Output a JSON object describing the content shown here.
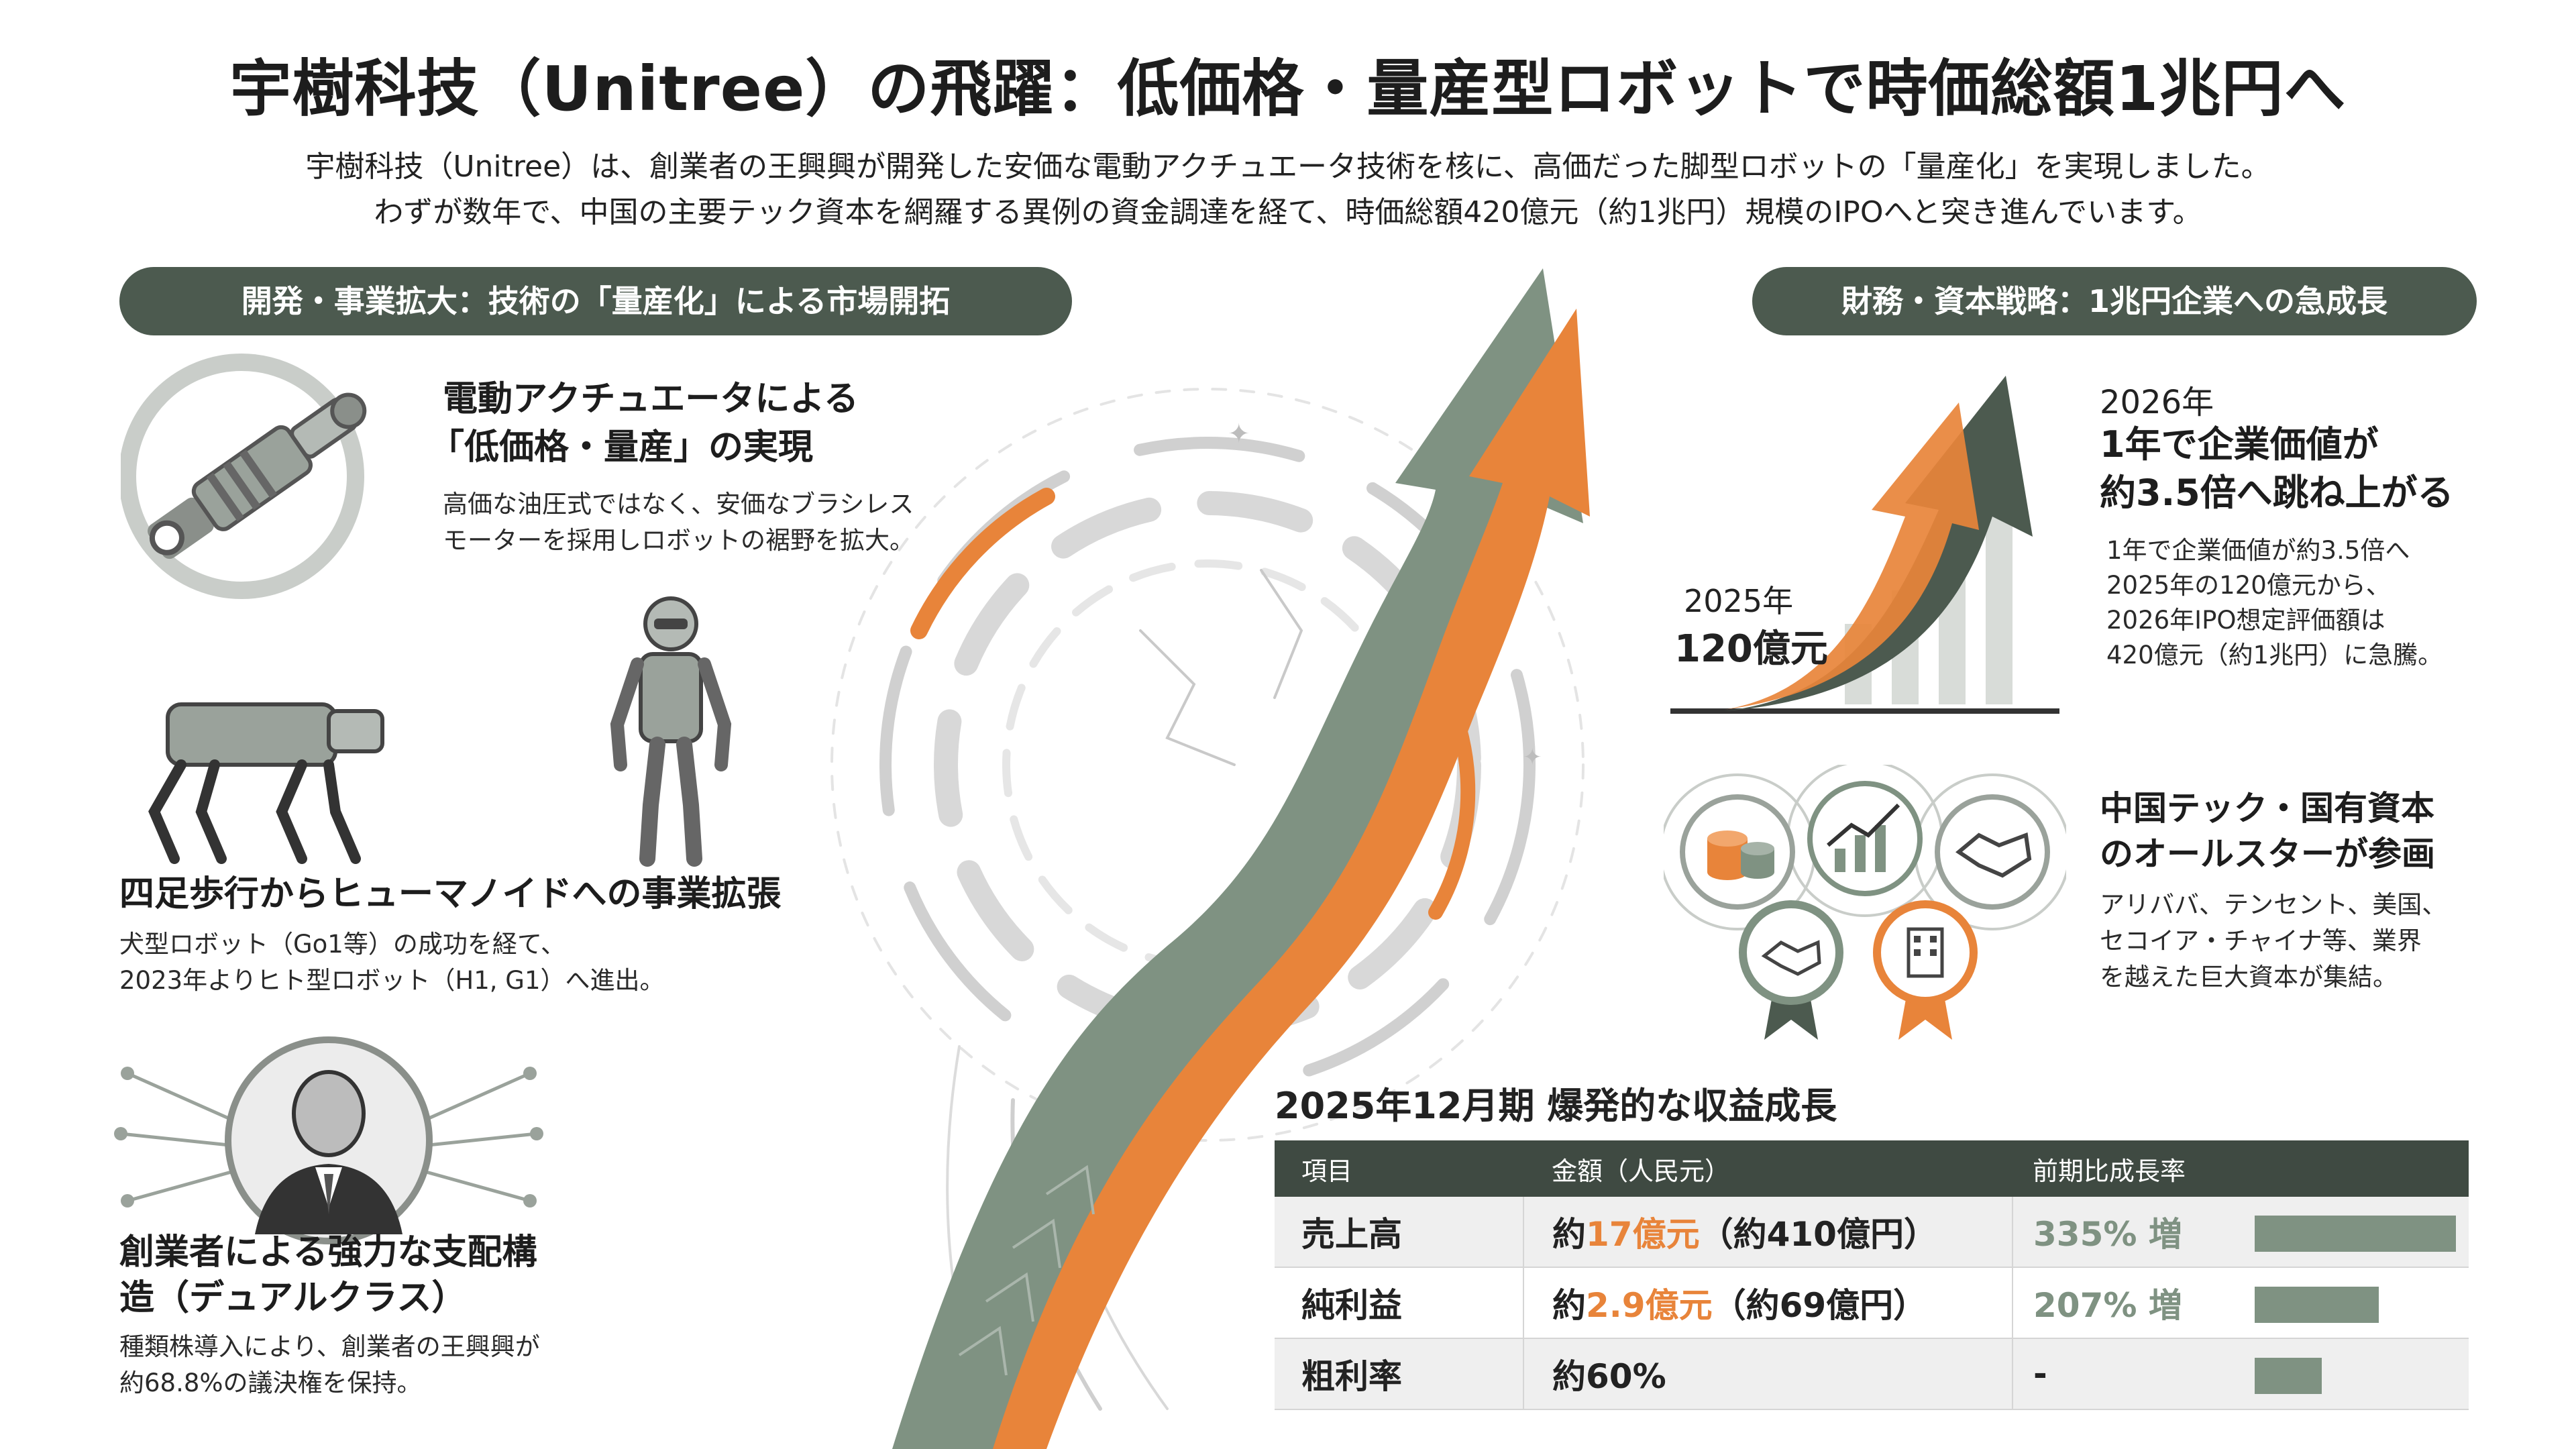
{
  "title": "宇樹科技（Unitree）の飛躍：低価格・量産型ロボットで時価総額1兆円へ",
  "lead": {
    "line1": "宇樹科技（Unitree）は、創業者の王興興が開発した安価な電動アクチュエータ技術を核に、高価だった脚型ロボットの「量産化」を実現しました。",
    "line2": "わずが数年で、中国の主要テック資本を網羅する異例の資金調達を経て、時価総額420億元（約1兆円）規模のIPOへと突き進んでいます。"
  },
  "left": {
    "header": "開発・事業拡大：技術の「量産化」による市場開拓",
    "item1": {
      "title1": "電動アクチュエータによる",
      "title2": "「低価格・量産」の実現",
      "text1": "高価な油圧式ではなく、安価なブラシレス",
      "text2": "モーターを採用しロボットの裾野を拡大。"
    },
    "item2": {
      "title": "四足歩行からヒューマノイドへの事業拡張",
      "text1": "犬型ロボット（Go1等）の成功を経て、",
      "text2": "2023年よりヒト型ロボット（H1, G1）へ進出。"
    },
    "item3": {
      "title1": "創業者による強力な支配構",
      "title2": "造（デュアルクラス）",
      "text1": "種類株導入により、創業者の王興興が",
      "text2": "約68.8%の議決権を保持。"
    }
  },
  "right": {
    "header": "財務・資本戦略：1兆円企業への急成長",
    "growth": {
      "start_year": "2025年",
      "start_value": "120億元",
      "end_year": "2026年",
      "title1": "1年で企業価値が",
      "title2": "約3.5倍へ跳ね上がる",
      "text1": "1年で企業価値が約3.5倍へ",
      "text2": "2025年の120億元から、",
      "text3": "2026年IPO想定評価額は",
      "text4": "420億元（約1兆円）に急騰。"
    },
    "investors": {
      "title1": "中国テック・国有資本",
      "title2": "のオールスターが参画",
      "text1": "アリババ、テンセント、美国、",
      "text2": "セコイア・チャイナ等、業界",
      "text3": "を越えた巨大資本が集結。"
    }
  },
  "table": {
    "title": "2025年12月期 爆発的な収益成長",
    "headers": [
      "項目",
      "金額（人民元）",
      "前期比成長率"
    ],
    "rows": [
      {
        "item": "売上高",
        "pre": "約",
        "hl": "17億元",
        "post": "（約410億円）",
        "rate": "335% 増",
        "growth_pct": 335
      },
      {
        "item": "純利益",
        "pre": "約",
        "hl": "2.9億元",
        "post": "（約69億円）",
        "rate": "207% 増",
        "growth_pct": 207
      },
      {
        "item": "粗利率",
        "pre": "約60%",
        "hl": "",
        "post": "",
        "rate": "-",
        "growth_pct": 0
      }
    ]
  },
  "colors": {
    "accent_orange": "#e8843a",
    "sage": "#7f9282",
    "dark_green": "#4c5a4f"
  },
  "icons": [
    "actuator-icon",
    "quadruped-robot-icon",
    "humanoid-robot-icon",
    "founder-icon",
    "coins-icon",
    "chart-icon",
    "handshake-icon",
    "building-badge-icon"
  ]
}
